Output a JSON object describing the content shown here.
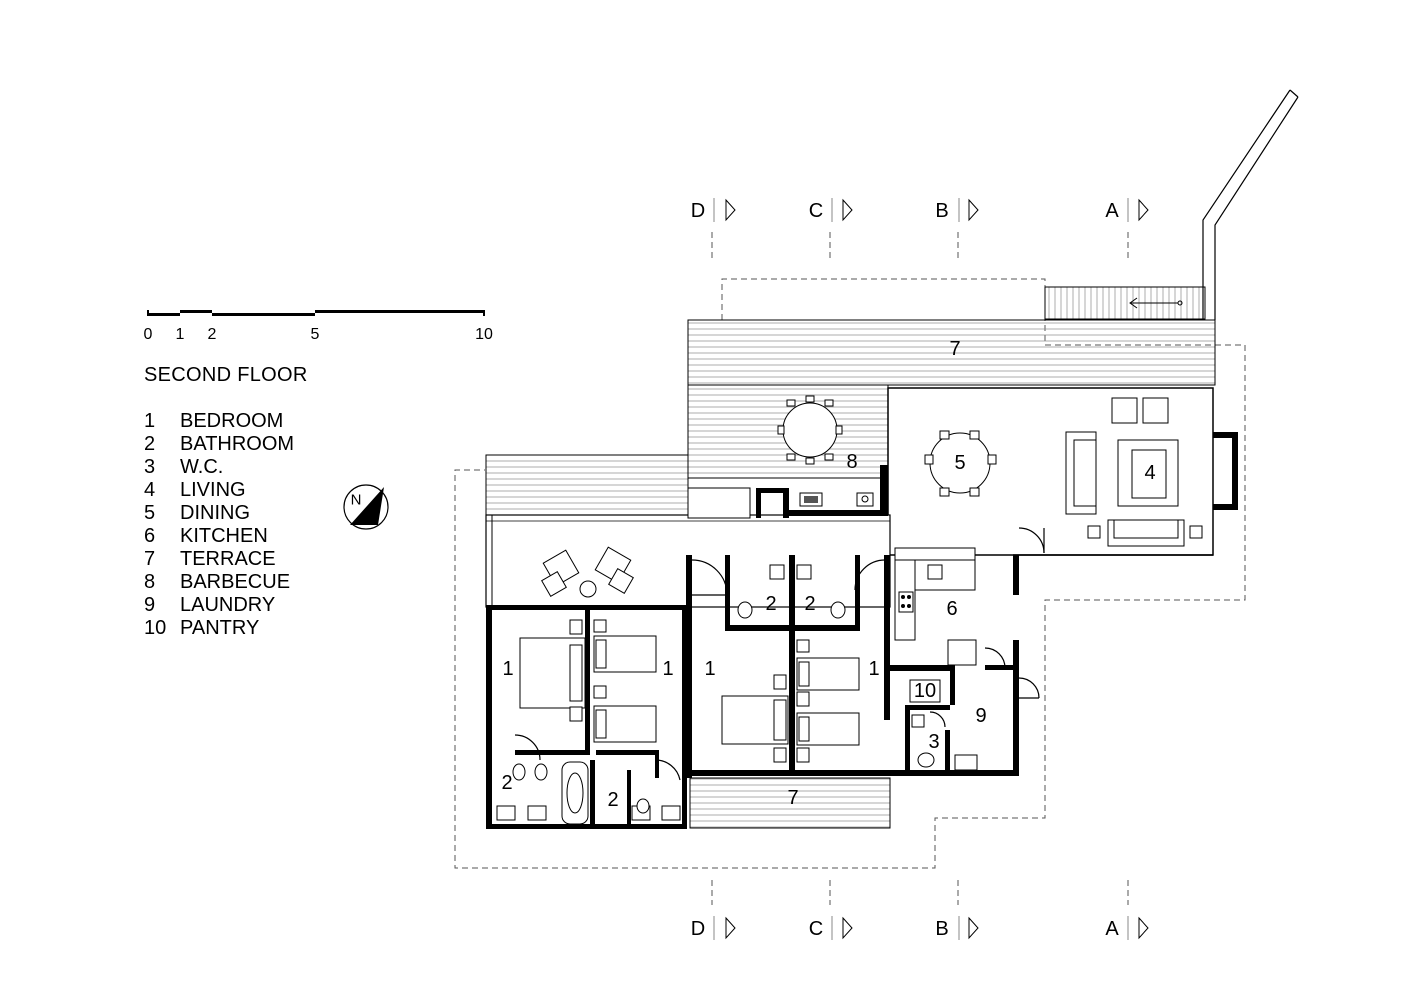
{
  "title": "SECOND FLOOR",
  "scale": {
    "ticks": [
      "0",
      "1",
      "2",
      "5",
      "10"
    ]
  },
  "legend": [
    {
      "num": "1",
      "label": "BEDROOM"
    },
    {
      "num": "2",
      "label": "BATHROOM"
    },
    {
      "num": "3",
      "label": "W.C."
    },
    {
      "num": "4",
      "label": "LIVING"
    },
    {
      "num": "5",
      "label": "DINING"
    },
    {
      "num": "6",
      "label": "KITCHEN"
    },
    {
      "num": "7",
      "label": "TERRACE"
    },
    {
      "num": "8",
      "label": "BARBECUE"
    },
    {
      "num": "9",
      "label": "LAUNDRY"
    },
    {
      "num": "10",
      "label": "PANTRY"
    }
  ],
  "north_label": "N",
  "sections": [
    "D",
    "C",
    "B",
    "A"
  ],
  "room_labels": {
    "terrace_top": "7",
    "barbecue": "8",
    "dining": "5",
    "living": "4",
    "bed_a": "1",
    "bed_b": "1",
    "bed_c": "1",
    "bed_d": "1",
    "bath_sw": "2",
    "bath_s": "2",
    "bath_mid_l": "2",
    "bath_mid_r": "2",
    "kitchen": "6",
    "pantry": "10",
    "laundry": "9",
    "wc": "3",
    "terrace_bottom": "7"
  }
}
